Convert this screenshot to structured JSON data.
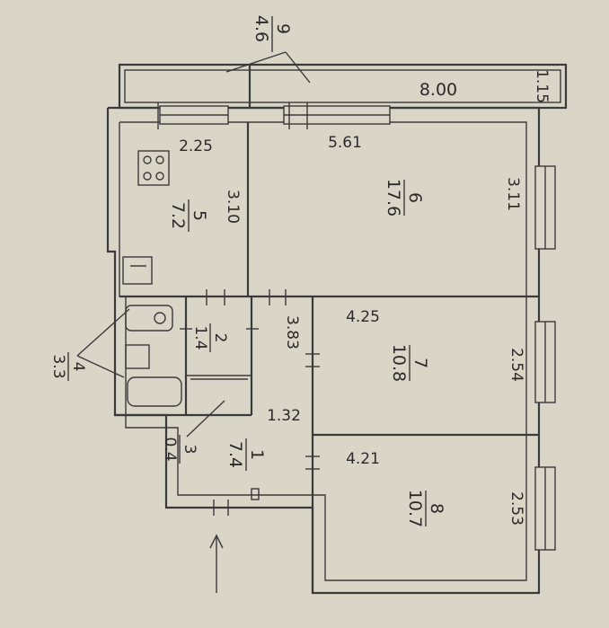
{
  "plan": {
    "balcony": {
      "number": "9",
      "area": "4.6",
      "length": "8.00",
      "width": "1.15"
    },
    "rooms": [
      {
        "key": "kitchen",
        "number": "5",
        "area": "7.2",
        "width": "2.25",
        "length": "3.10"
      },
      {
        "key": "living",
        "number": "6",
        "area": "17.6",
        "width": "5.61",
        "length": "3.11"
      },
      {
        "key": "bedroom7",
        "number": "7",
        "area": "10.8",
        "width": "4.25",
        "length": "2.54"
      },
      {
        "key": "bedroom8",
        "number": "8",
        "area": "10.7",
        "width": "4.21",
        "length": "2.53"
      },
      {
        "key": "wc",
        "number": "2",
        "area": "1.4"
      },
      {
        "key": "closet",
        "number": "3",
        "area": "0.4"
      },
      {
        "key": "bathroom",
        "number": "4",
        "area": "3.3"
      },
      {
        "key": "hall",
        "number": "1",
        "area": "7.4"
      }
    ],
    "corridor": {
      "length": "3.83",
      "width": "1.32"
    }
  }
}
